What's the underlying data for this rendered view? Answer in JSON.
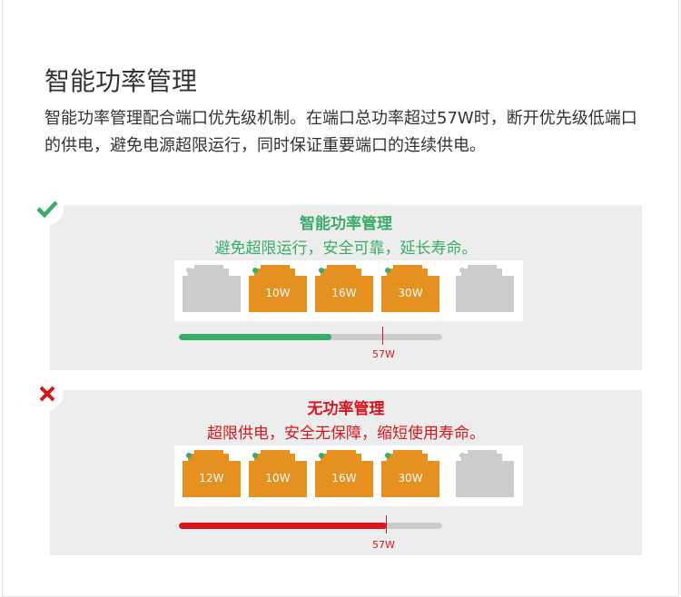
{
  "title": "智能功率管理",
  "description": "智能功率管理配合端口优先级机制。在端口总功率超过57W时，断开优先级低端口的供电，避免电源超限运行，同时保证重要端口的连续供电。",
  "colors": {
    "green": "#3aac6a",
    "red": "#d7161e",
    "orange": "#e5901f",
    "gray": "#cccccc"
  },
  "panels": [
    {
      "status_icon": "check-icon",
      "title": "智能功率管理",
      "subtitle": "避免超限运行，安全可靠，延长寿命。",
      "ports": [
        {
          "label": "",
          "active": false
        },
        {
          "label": "10W",
          "active": true
        },
        {
          "label": "16W",
          "active": true
        },
        {
          "label": "30W",
          "active": true
        },
        {
          "label": "",
          "active": false
        }
      ],
      "load_percent": 58,
      "limit_label": "57W"
    },
    {
      "status_icon": "cross-icon",
      "title": "无功率管理",
      "subtitle": "超限供电，安全无保障，缩短使用寿命。",
      "ports": [
        {
          "label": "12W",
          "active": true
        },
        {
          "label": "10W",
          "active": true
        },
        {
          "label": "16W",
          "active": true
        },
        {
          "label": "30W",
          "active": true
        },
        {
          "label": "",
          "active": false
        }
      ],
      "load_percent": 79,
      "limit_label": "57W"
    }
  ]
}
